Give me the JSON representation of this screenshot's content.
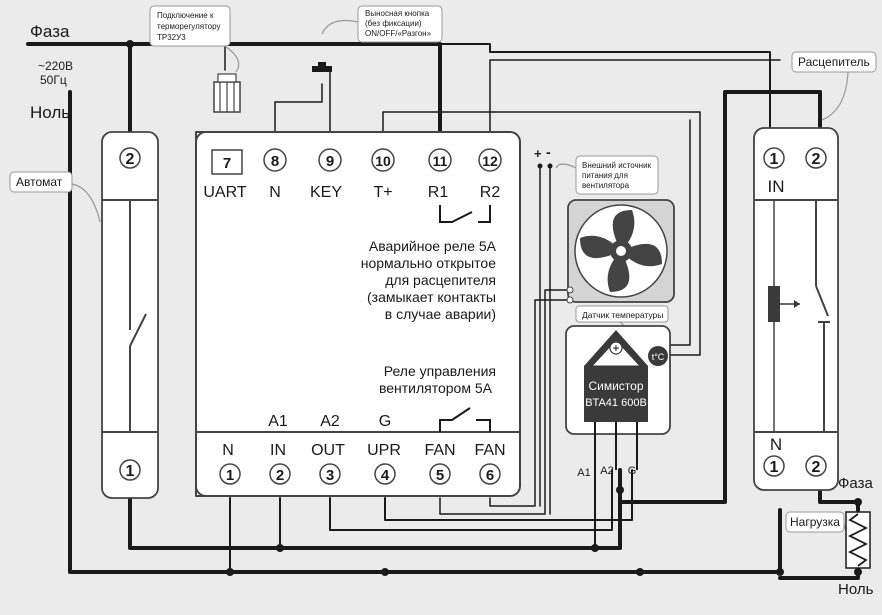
{
  "labels": {
    "phase_top": "Фаза",
    "voltage": "~220В",
    "freq": "50Гц",
    "neutral_left": "Ноль",
    "automat": "Автомат",
    "thermoreg_callout": [
      "Подключение к",
      "терморегулятору",
      "ТР32У3"
    ],
    "remote_button_callout": [
      "Выносная кнопка",
      "(без фиксации)",
      "ON/OFF/«Разгон»"
    ],
    "breaker": "Расцепитель",
    "fan_power_callout": [
      "Внешний источник",
      "питания для",
      "вентилятора"
    ],
    "temp_sensor": "Датчик температуры",
    "load": "Нагрузка",
    "phase_right": "Фаза",
    "neutral_right": "Ноль",
    "plus": "+",
    "minus": "-",
    "tsensor_symbol": "t°C"
  },
  "automat": {
    "top_num": "2",
    "bottom_num": "1"
  },
  "controller": {
    "top_terminals": [
      {
        "num": "7",
        "label": "UART",
        "boxed": true
      },
      {
        "num": "8",
        "label": "N"
      },
      {
        "num": "9",
        "label": "KEY"
      },
      {
        "num": "10",
        "label": "T+"
      },
      {
        "num": "11",
        "label": "R1"
      },
      {
        "num": "12",
        "label": "R2"
      }
    ],
    "bottom_terminals": [
      {
        "num": "1",
        "label": "N",
        "sub": ""
      },
      {
        "num": "2",
        "label": "IN",
        "sub": "A1"
      },
      {
        "num": "3",
        "label": "OUT",
        "sub": "A2"
      },
      {
        "num": "4",
        "label": "UPR",
        "sub": "G"
      },
      {
        "num": "5",
        "label": "FAN",
        "sub": ""
      },
      {
        "num": "6",
        "label": "FAN",
        "sub": ""
      }
    ],
    "emergency_relay": [
      "Аварийное реле 5А",
      "нормально открытое",
      "для расцепителя",
      "(замыкает контакты",
      "в случае аварии)"
    ],
    "fan_relay": [
      "Реле управления",
      "вентилятором 5А"
    ]
  },
  "triac": {
    "name": "Симистор",
    "model": "BTA41 600B",
    "pins": [
      "A1",
      "A2",
      "G"
    ]
  },
  "breaker_device": {
    "num_1": "1",
    "num_2": "2",
    "in_label": "IN",
    "n_label": "N"
  }
}
